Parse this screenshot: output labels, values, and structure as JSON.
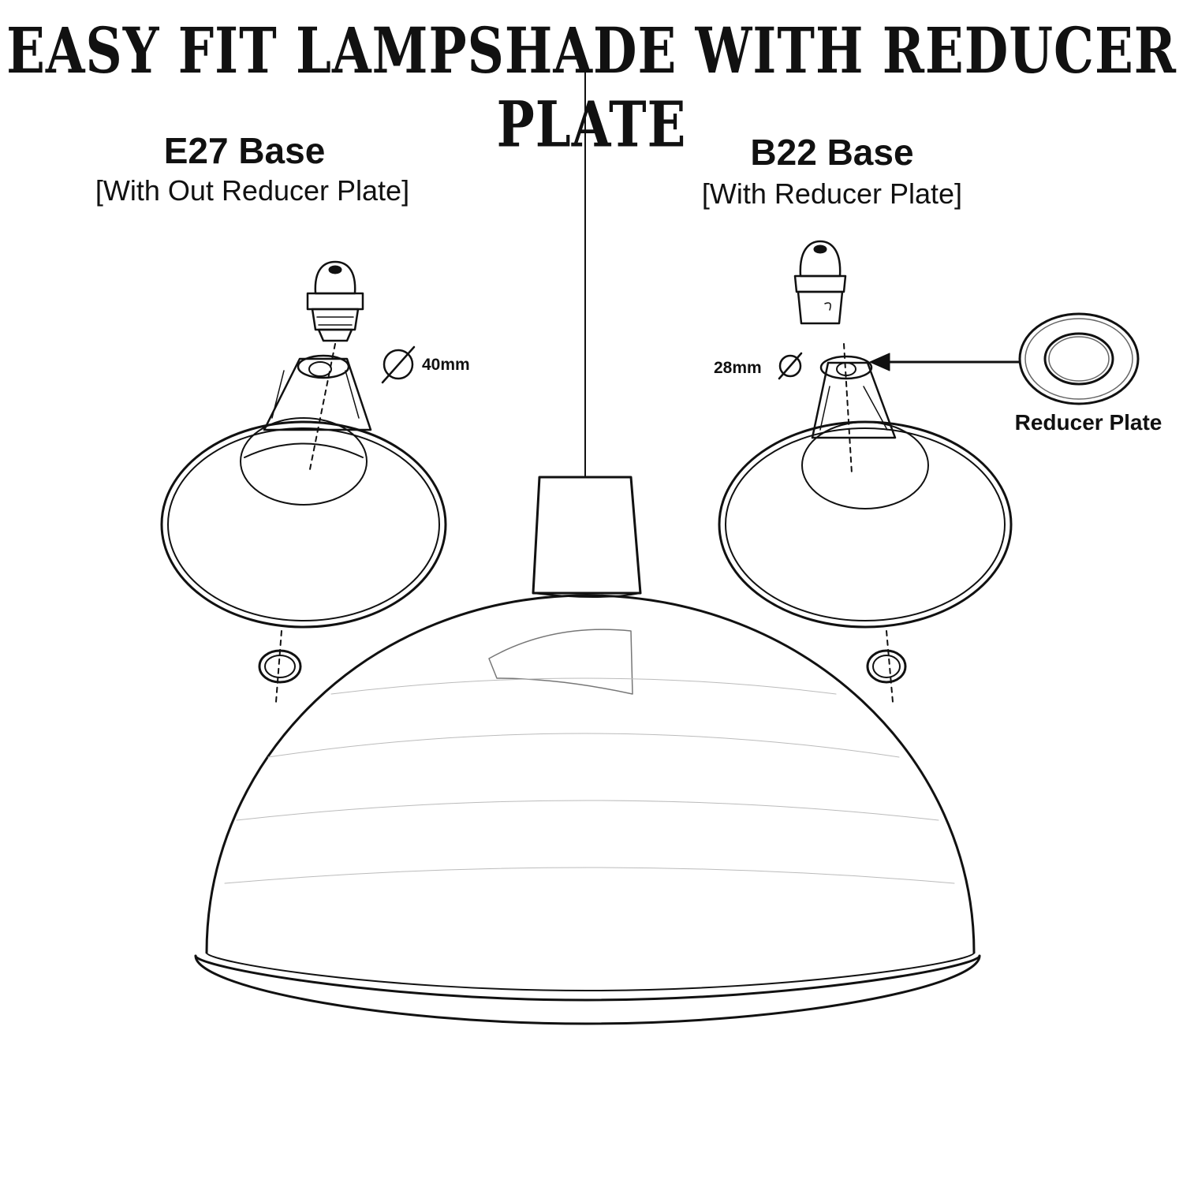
{
  "title": "EASY FIT LAMPSHADE WITH REDUCER PLATE",
  "left": {
    "base": "E27 Base",
    "note": "[With Out Reducer Plate]",
    "diameter": "40mm"
  },
  "right": {
    "base": "B22 Base",
    "note": "[With Reducer Plate]",
    "diameter": "28mm"
  },
  "reducer_label": "Reducer Plate",
  "colors": {
    "ink": "#111111",
    "paper": "#ffffff"
  }
}
